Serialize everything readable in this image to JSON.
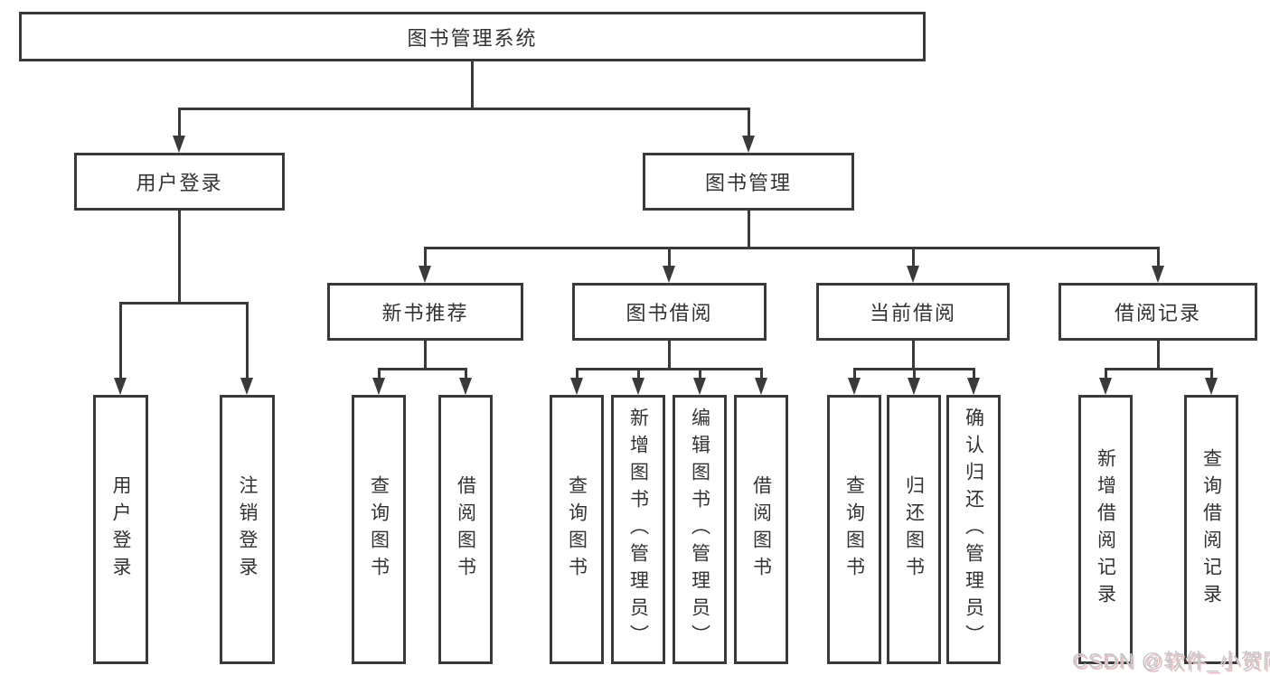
{
  "diagram_type": "tree",
  "colors": {
    "line": "#3a3a3a",
    "node_border": "#3a3a3a",
    "node_text": "#333333",
    "watermark_gray": "#c4c8cc",
    "watermark_red": "#eabcbc",
    "background": "#ffffff"
  },
  "tree": {
    "root": {
      "label": "图书管理系统",
      "children": [
        {
          "label": "用户登录",
          "children": [
            {
              "label": "用户登录"
            },
            {
              "label": "注销登录"
            }
          ]
        },
        {
          "label": "图书管理",
          "children": [
            {
              "label": "新书推荐",
              "children": [
                {
                  "label": "查询图书"
                },
                {
                  "label": "借阅图书"
                }
              ]
            },
            {
              "label": "图书借阅",
              "children": [
                {
                  "label": "查询图书"
                },
                {
                  "label": "新增图书（管理员）"
                },
                {
                  "label": "编辑图书（管理员）"
                },
                {
                  "label": "借阅图书"
                }
              ]
            },
            {
              "label": "当前借阅",
              "children": [
                {
                  "label": "查询图书"
                },
                {
                  "label": "归还图书"
                },
                {
                  "label": "确认归还（管理员）"
                }
              ]
            },
            {
              "label": "借阅记录",
              "children": [
                {
                  "label": "新增借阅记录"
                },
                {
                  "label": "查询借阅记录"
                }
              ]
            }
          ]
        }
      ]
    }
  },
  "watermark": {
    "text": "CSDN @软件_小贺同学"
  }
}
